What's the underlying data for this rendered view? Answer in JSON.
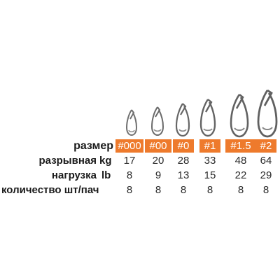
{
  "colors": {
    "header_bg": "#ee7a2c",
    "header_text": "#ffffff",
    "text": "#1a1a1a",
    "metal": "#6a6a6a"
  },
  "icons": {
    "product": "fishing-snap-icon"
  },
  "table": {
    "size": {
      "label": "размер",
      "values": [
        "#000",
        "#00",
        "#0",
        "#1",
        "#1.5",
        "#2"
      ]
    },
    "breaking_kg": {
      "label": "разрывная",
      "unit": "kg",
      "values": [
        "17",
        "20",
        "28",
        "33",
        "48",
        "64"
      ]
    },
    "load_lb": {
      "label": "нагрузка",
      "unit": "lb",
      "values": [
        "8",
        "9",
        "13",
        "15",
        "22",
        "29"
      ]
    },
    "qty": {
      "label": "количество шт/пач",
      "values": [
        "8",
        "8",
        "8",
        "8",
        "8",
        "8"
      ]
    }
  }
}
